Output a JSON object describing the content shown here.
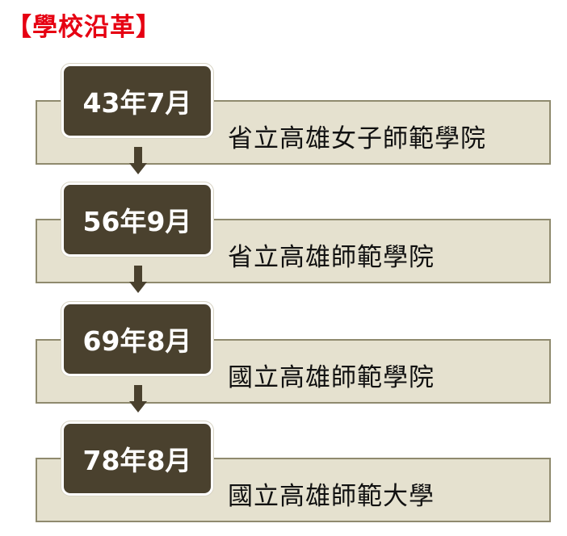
{
  "heading": "【學校沿革】",
  "milestones": [
    {
      "date": "43年7月",
      "name": "省立高雄女子師範學院"
    },
    {
      "date": "56年9月",
      "name": "省立高雄師範學院"
    },
    {
      "date": "69年8月",
      "name": "國立高雄師範學院"
    },
    {
      "date": "78年8月",
      "name": "國立高雄師範大學"
    }
  ],
  "colors": {
    "heading": "#e60012",
    "date_box": "#4a412e",
    "bar_fill": "#e5e1cf",
    "bar_border": "#8f8a6e",
    "arrow": "#4a412e"
  }
}
